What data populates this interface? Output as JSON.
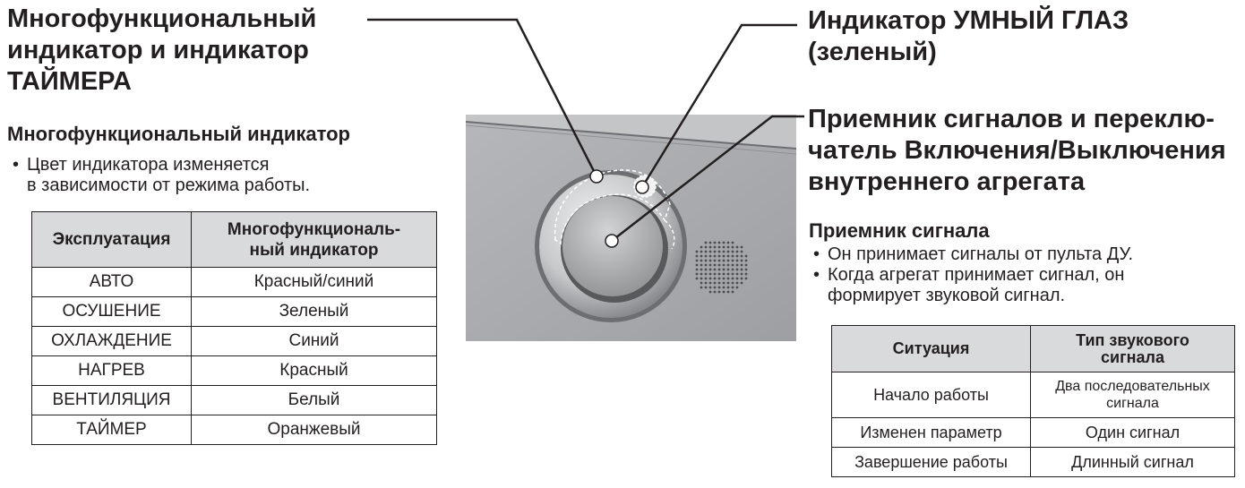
{
  "multi": {
    "title": "Многофункциональный\nиндикатор и индикатор\nТАЙМЕРА",
    "subtitle": "Многофункциональный индикатор",
    "bullets": [
      "Цвет индикатора изменяется\nв зависимости от режима работы."
    ],
    "table": {
      "headers": [
        "Эксплуатация",
        "Многофункциональ-\nный индикатор"
      ],
      "rows": [
        [
          "АВТО",
          "Красный/синий"
        ],
        [
          "ОСУШЕНИЕ",
          "Зеленый"
        ],
        [
          "ОХЛАЖДЕНИЕ",
          "Синий"
        ],
        [
          "НАГРЕВ",
          "Красный"
        ],
        [
          "ВЕНТИЛЯЦИЯ",
          "Белый"
        ],
        [
          "ТАЙМЕР",
          "Оранжевый"
        ]
      ]
    }
  },
  "eye": {
    "title": "Индикатор УМНЫЙ ГЛАЗ\n(зеленый)"
  },
  "receiver": {
    "title": "Приемник сигналов и переклю-\nчатель Включения/Выключения\nвнутреннего агрегата",
    "subtitle": "Приемник сигнала",
    "bullets": [
      "Он принимает сигналы от пульта ДУ.",
      "Когда агрегат принимает сигнал, он\nформирует звуковой сигнал."
    ],
    "table": {
      "headers": [
        "Ситуация",
        "Тип звукового\nсигнала"
      ],
      "rows": [
        [
          "Начало работы",
          "Два последовательных\nсигнала"
        ],
        [
          "Изменен параметр",
          "Один сигнал"
        ],
        [
          "Завершение работы",
          "Длинный сигнал"
        ]
      ]
    }
  },
  "colors": {
    "header_fill": "#d9dadb",
    "panel_gray": "#a7a9ac",
    "line": "#231f20"
  }
}
